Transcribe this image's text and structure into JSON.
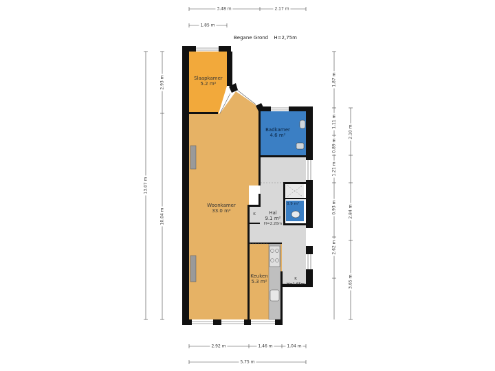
{
  "title": "Begane Grond",
  "height_note": "H=2,75m",
  "rooms": {
    "slaapkamer": {
      "name": "Slaapkamer",
      "area": "5.2 m²"
    },
    "badkamer": {
      "name": "Badkamer",
      "area": "4.6 m²"
    },
    "woonkamer": {
      "name": "Woonkamer",
      "area": "33.0 m²"
    },
    "hal": {
      "name": "Hal",
      "area": "9.1 m²",
      "note": "H=2.20m"
    },
    "keuken": {
      "name": "Keuken",
      "area": "5.3 m²"
    },
    "kast_left": {
      "name": "K"
    },
    "kast_right": {
      "name": "K",
      "note": "H=1.65m"
    },
    "toilet": {
      "area": "0.9 m²"
    }
  },
  "dimensions": {
    "top_1": "3.48 m",
    "top_2": "2.17 m",
    "top_3": "1.85 m",
    "left_1": "13.07 m",
    "left_2": "2.93 m",
    "left_3": "10.04 m",
    "right_1": "1.87 m",
    "right_2": "1.11 m",
    "right_3": "2.10 m",
    "right_4": "0.89 m",
    "right_5": "1.21 m",
    "right_6": "0.93 m",
    "right_7": "2.84 m",
    "right_8": "2.62 m",
    "right_9": "3.65 m",
    "bottom_1": "2.92 m",
    "bottom_2": "1.46 m",
    "bottom_3": "1.04 m",
    "bottom_4": "5.75 m"
  },
  "colors": {
    "wall": "#111111",
    "woonkamer": "#e6b265",
    "slaapkamer": "#f2a93b",
    "badkamer": "#3b7fc4",
    "hal": "#d8d8d8",
    "toilet": "#3b7fc4"
  }
}
